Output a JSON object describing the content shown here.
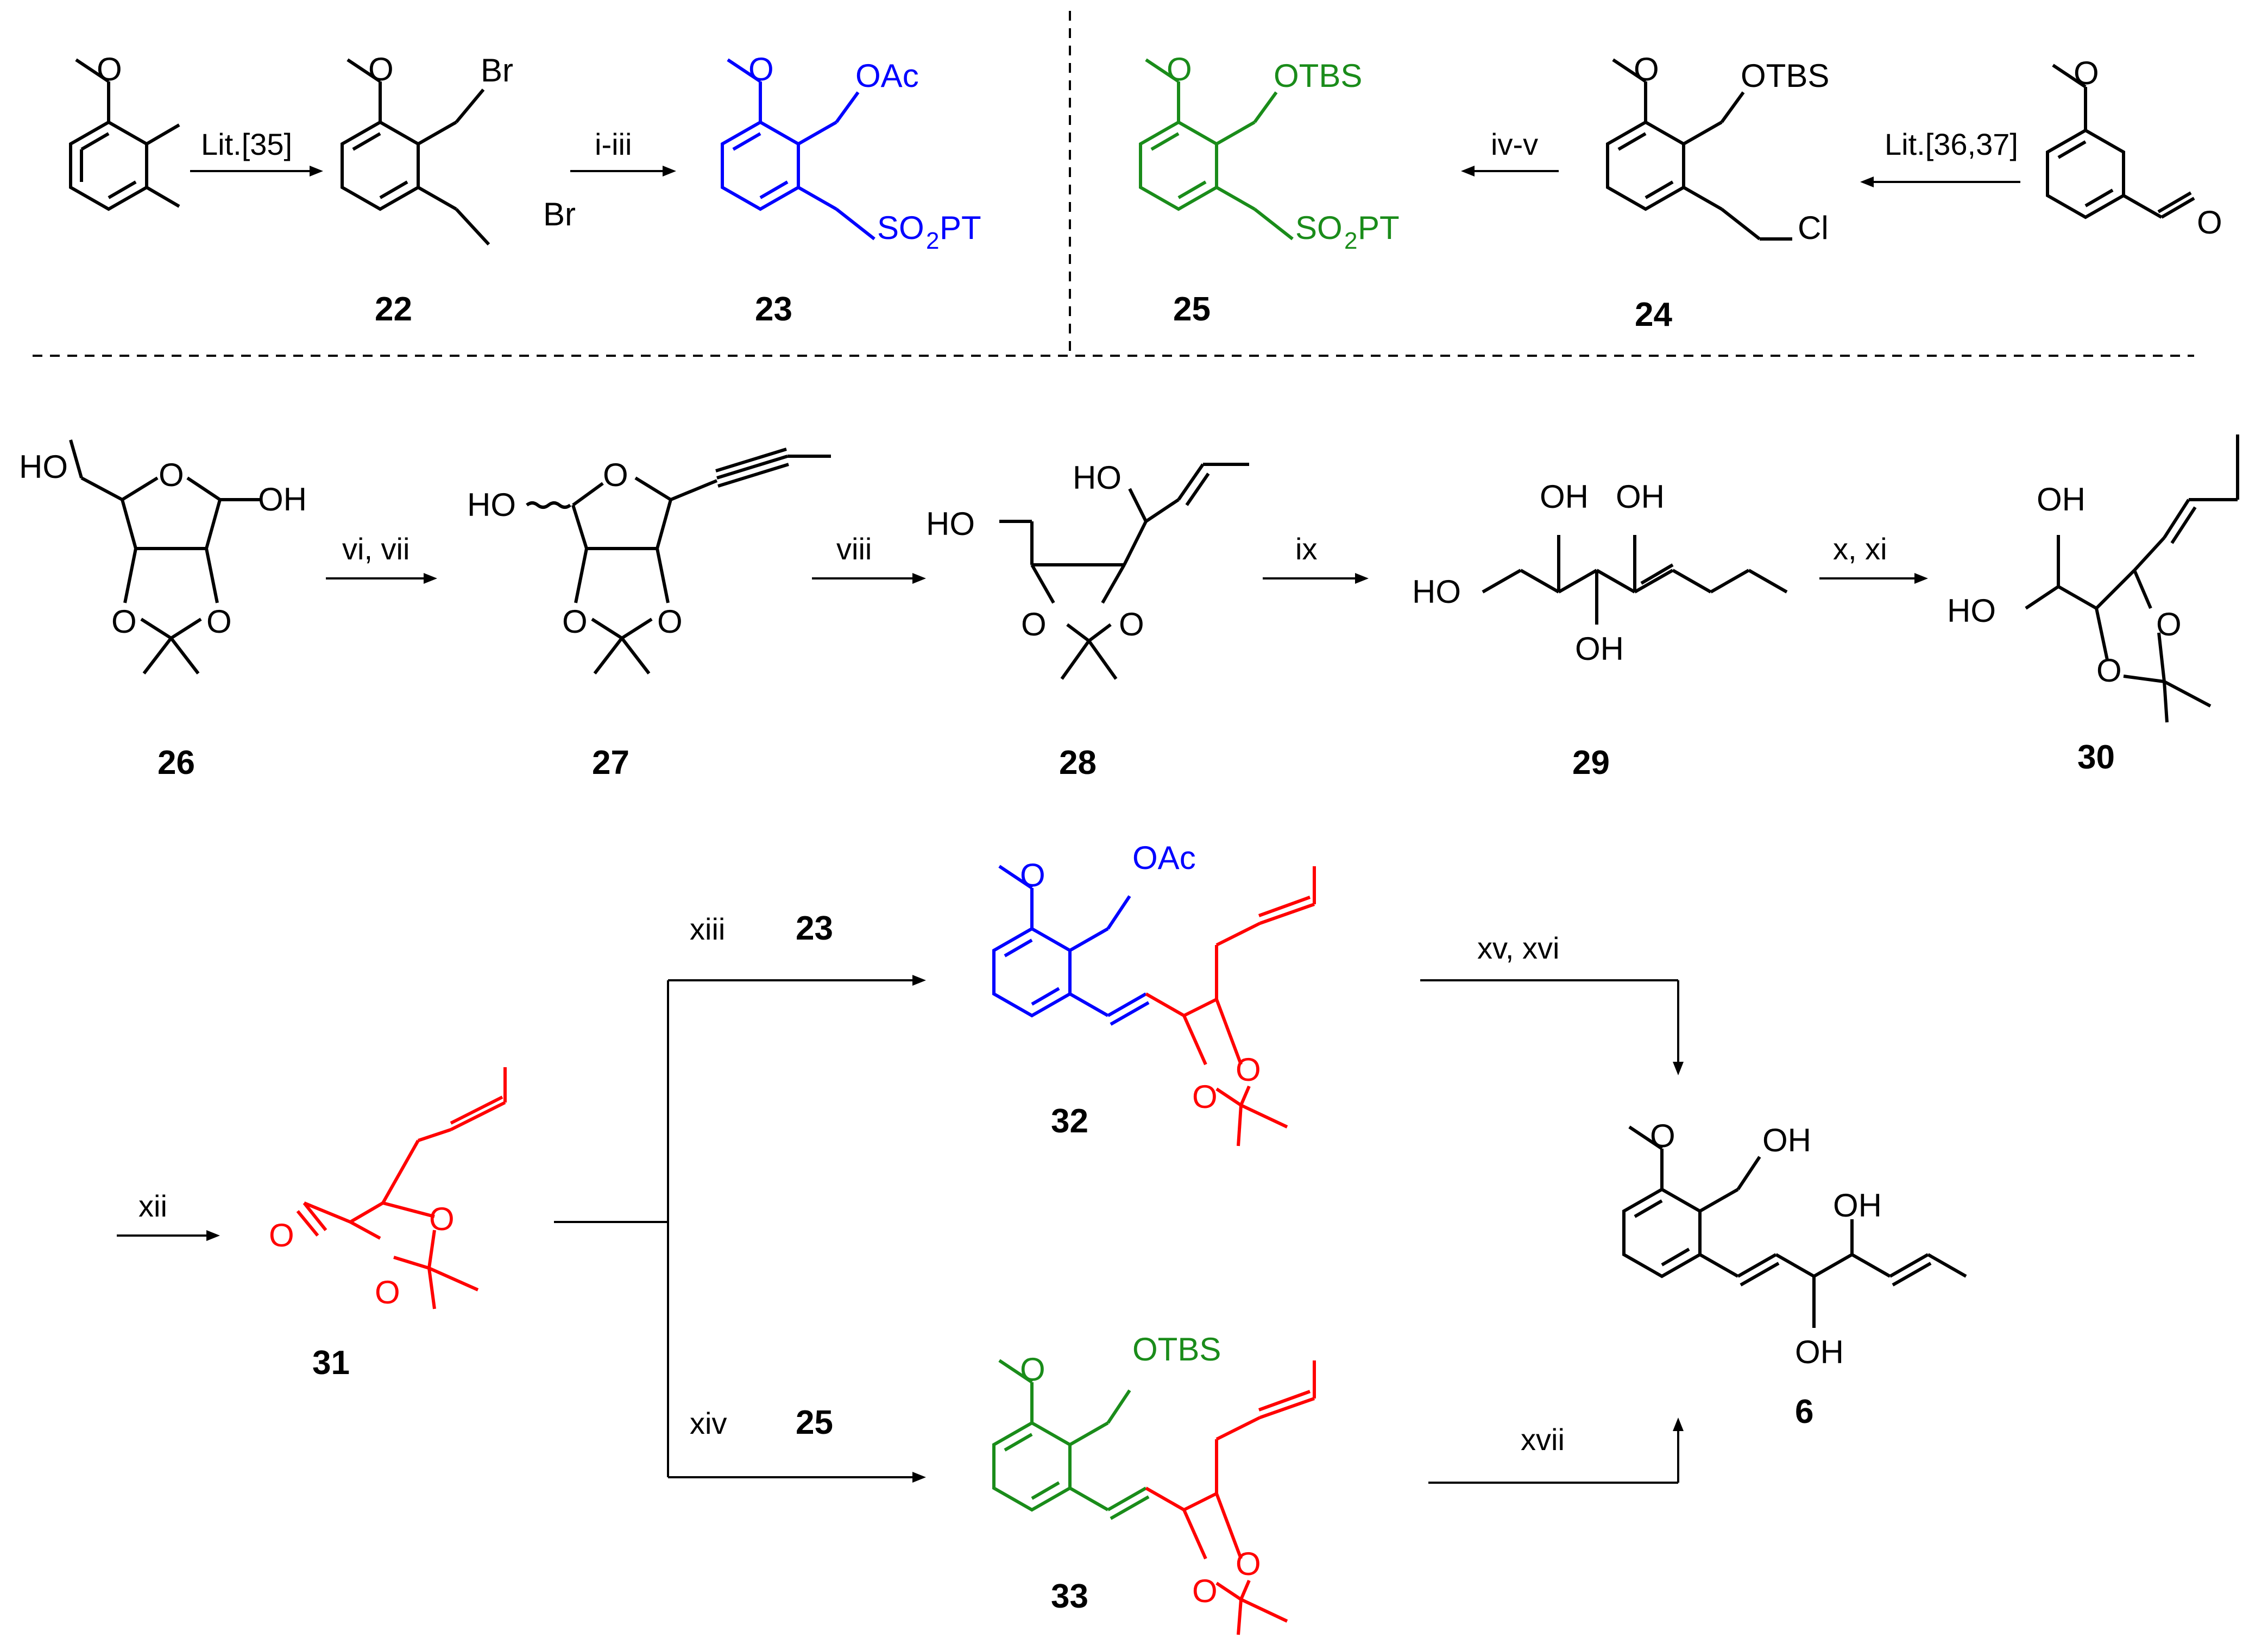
{
  "colors": {
    "black": "#000000",
    "blue": "#0000ff",
    "green": "#1a8c1a",
    "red": "#ff0000"
  },
  "compounds": {
    "c22": "22",
    "c23": "23",
    "c24": "24",
    "c25": "25",
    "c26": "26",
    "c27": "27",
    "c28": "28",
    "c29": "29",
    "c30": "30",
    "c31": "31",
    "c32": "32",
    "c33": "33",
    "c6": "6"
  },
  "conditions": {
    "lit35": "Lit.[35]",
    "i_iii": "i-iii",
    "iv_v": "iv-v",
    "lit36_37": "Lit.[36,37]",
    "vi_vii": "vi, vii",
    "viii": "viii",
    "ix": "ix",
    "x_xi": "x, xi",
    "xii": "xii",
    "xiii": "xiii",
    "xiv": "xiv",
    "xv_xvi": "xv, xvi",
    "xvii": "xvii",
    "r23": "23",
    "r25": "25"
  },
  "atoms": {
    "Br": "Br",
    "OAc": "OAc",
    "OTBS": "OTBS",
    "Cl": "Cl",
    "O": "O",
    "HO": "HO",
    "OH": "OH",
    "SO": "SO",
    "PT": "PT",
    "two": "2"
  }
}
